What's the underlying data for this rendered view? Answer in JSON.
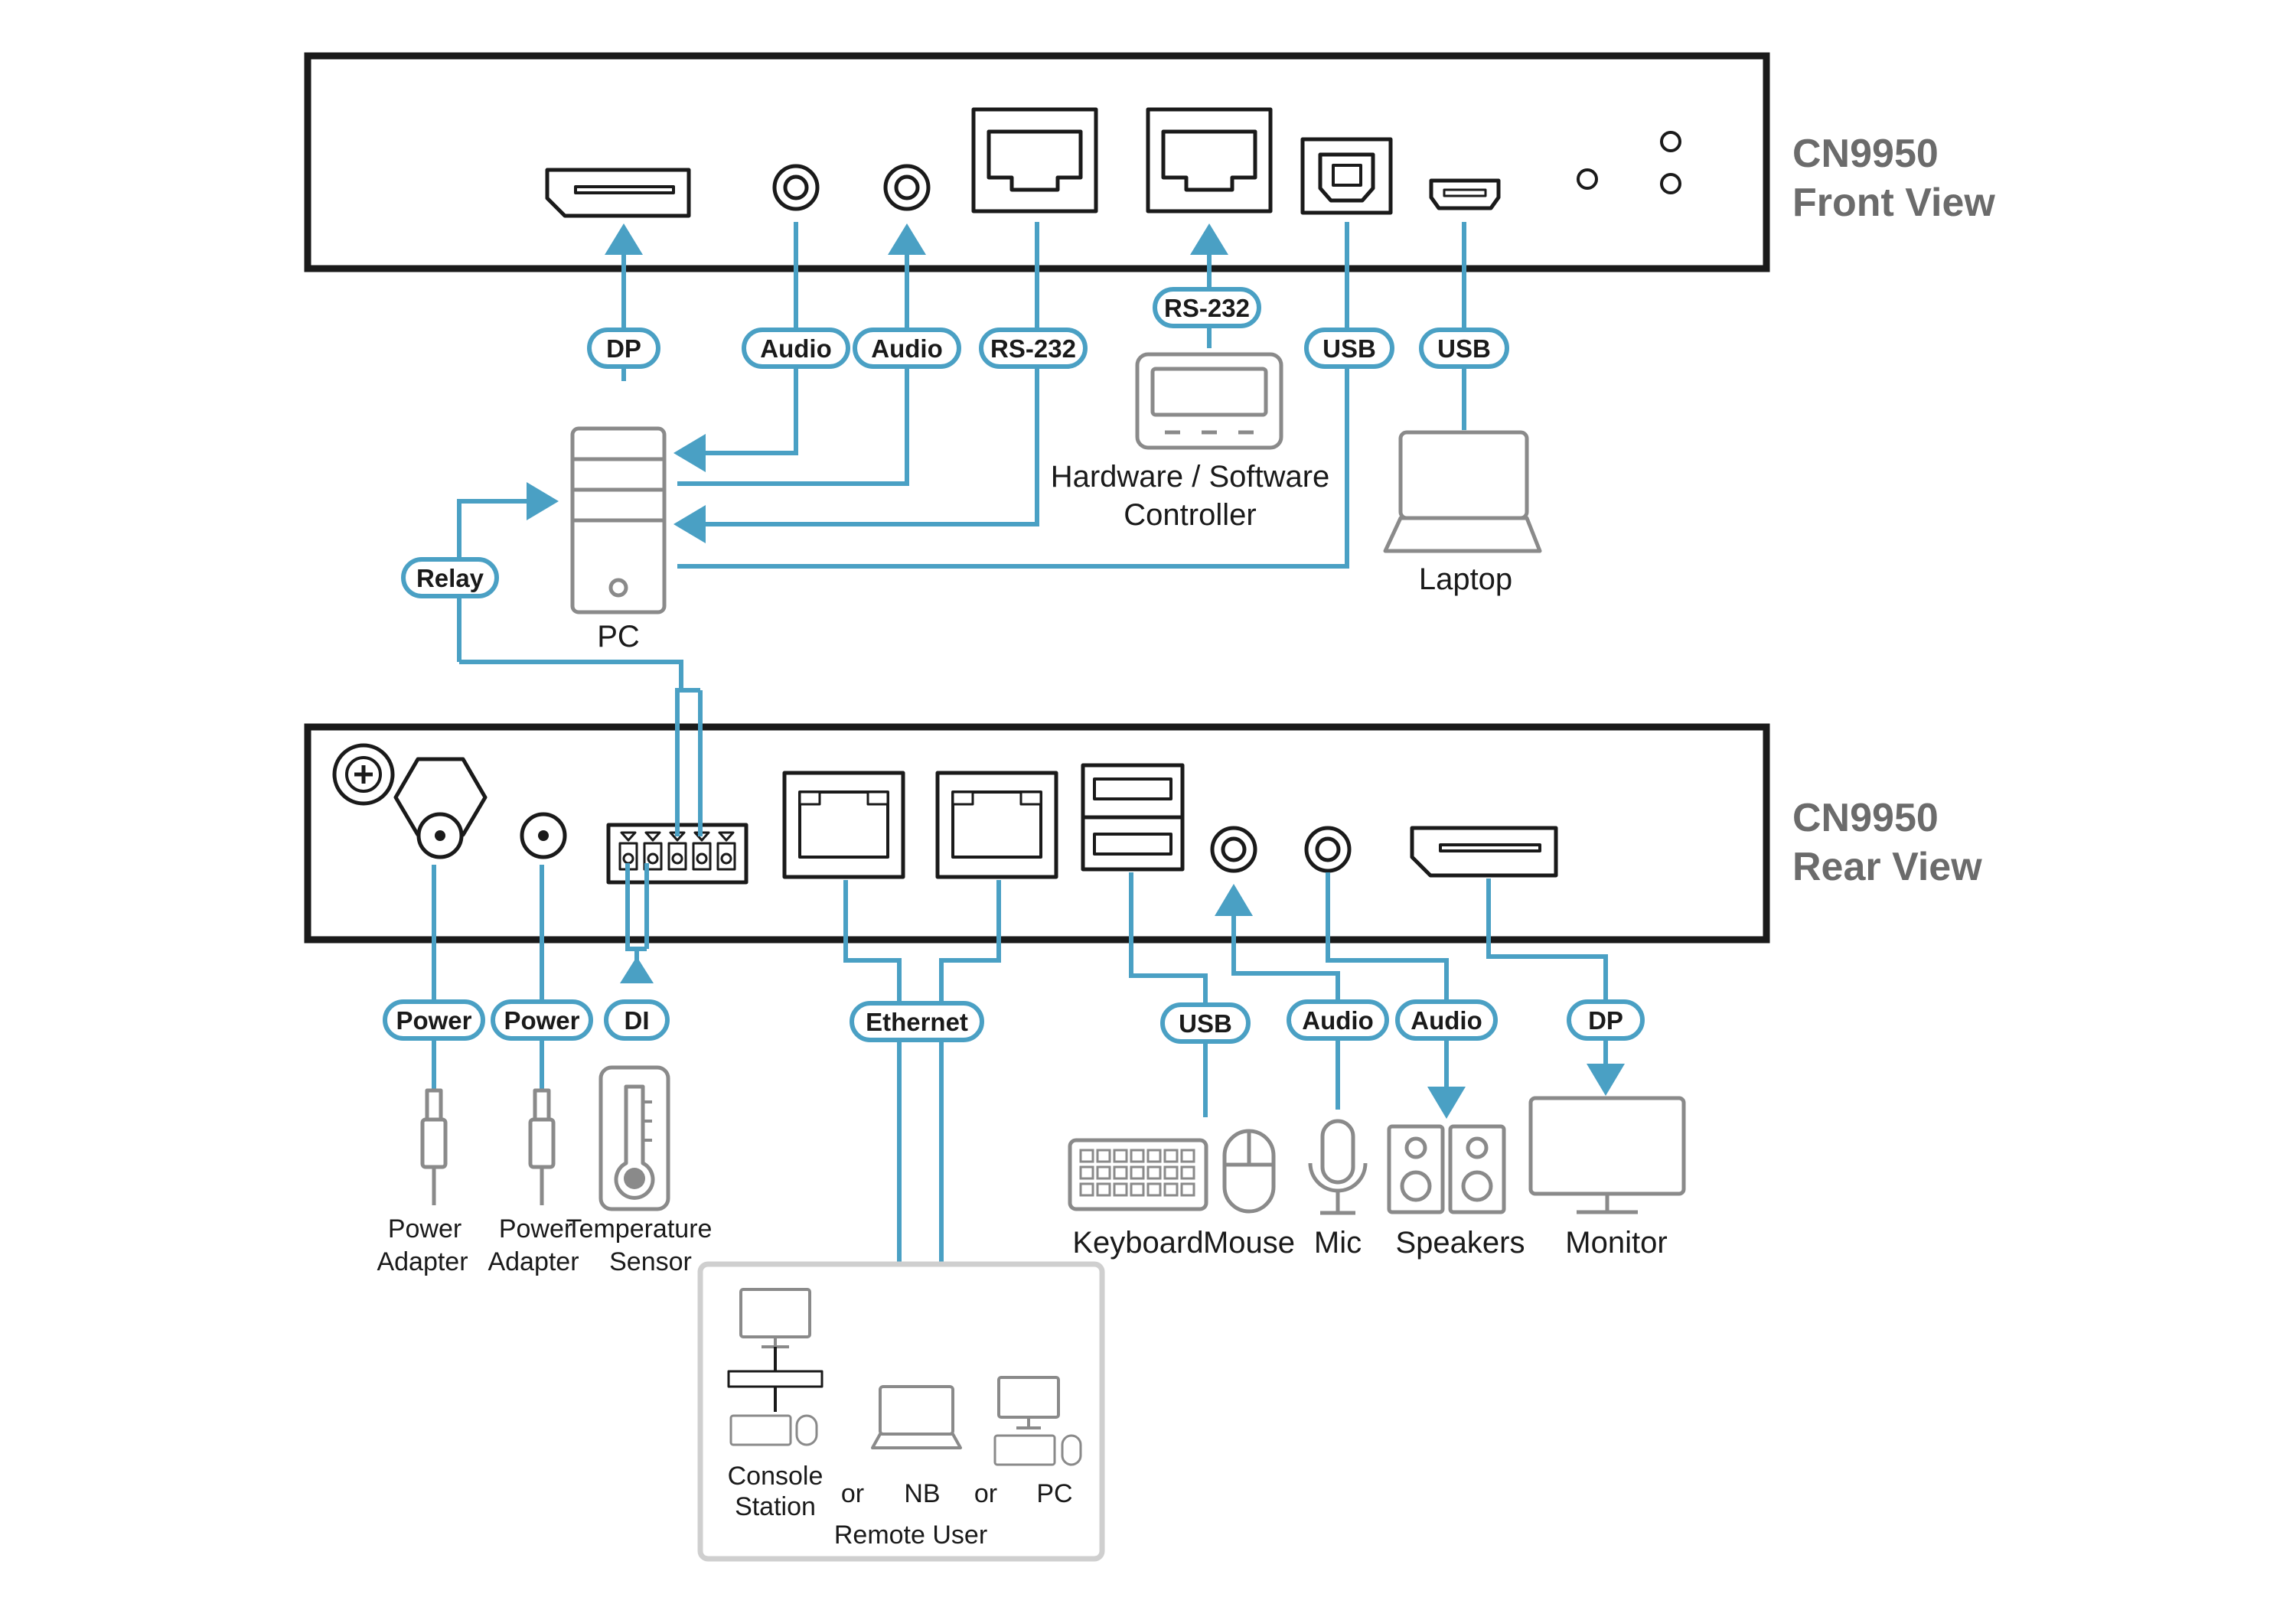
{
  "front": {
    "title_line1": "CN9950",
    "title_line2": "Front View"
  },
  "rear": {
    "title_line1": "CN9950",
    "title_line2": "Rear View"
  },
  "cables": {
    "dp_front": "DP",
    "audio_front_1": "Audio",
    "audio_front_2": "Audio",
    "rs232_front": "RS-232",
    "rs232_controller": "RS-232",
    "usb_front_1": "USB",
    "usb_front_2": "USB",
    "relay": "Relay",
    "power_1": "Power",
    "power_2": "Power",
    "di": "DI",
    "ethernet": "Ethernet",
    "usb_rear": "USB",
    "audio_rear_1": "Audio",
    "audio_rear_2": "Audio",
    "dp_rear": "DP"
  },
  "devices": {
    "pc": "PC",
    "controller_line1": "Hardware / Software",
    "controller_line2": "Controller",
    "laptop": "Laptop",
    "power_adapter_1_line1": "Power",
    "power_adapter_1_line2": "Adapter",
    "power_adapter_2_line1": "Power",
    "power_adapter_2_line2": "Adapter",
    "temp_sensor_line1": "Temperature",
    "temp_sensor_line2": "Sensor",
    "keyboard": "Keyboard",
    "mouse": "Mouse",
    "mic": "Mic",
    "speakers": "Speakers",
    "monitor": "Monitor"
  },
  "remote": {
    "console_line1": "Console",
    "console_line2": "Station",
    "or_1": "or",
    "nb": "NB",
    "or_2": "or",
    "pc": "PC",
    "caption": "Remote User"
  },
  "colors": {
    "cable": "#4aa0c4",
    "unit_border": "#1a1a1a",
    "device": "#8a8a8a",
    "title": "#6b6b6b"
  }
}
